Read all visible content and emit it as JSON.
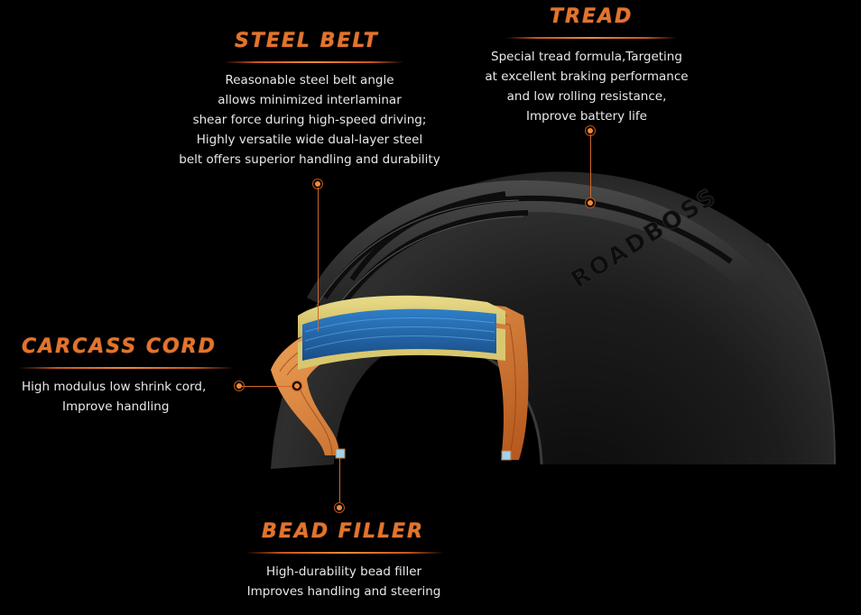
{
  "sections": {
    "steel_belt": {
      "title": "STEEL BELT",
      "lines": [
        "Reasonable steel belt angle",
        "allows minimized interlaminar",
        "shear force during high-speed driving;",
        "Highly versatile wide dual-layer steel",
        "belt offers superior handling and durability"
      ]
    },
    "tread": {
      "title": "TREAD",
      "lines": [
        "Special tread formula,Targeting",
        "at excellent braking performance",
        "and low rolling resistance,",
        "Improve battery life"
      ]
    },
    "carcass_cord": {
      "title": "CARCASS CORD",
      "lines": [
        "High modulus low shrink cord,",
        "Improve handling"
      ]
    },
    "bead_filler": {
      "title": "BEAD FILLER",
      "lines": [
        "High-durability bead filler",
        "Improves handling and steering"
      ]
    }
  },
  "tire_brand_text": "ROADBOSS",
  "colors": {
    "background": "#000000",
    "accent": "#e4732c",
    "text": "#e8e8e8"
  }
}
